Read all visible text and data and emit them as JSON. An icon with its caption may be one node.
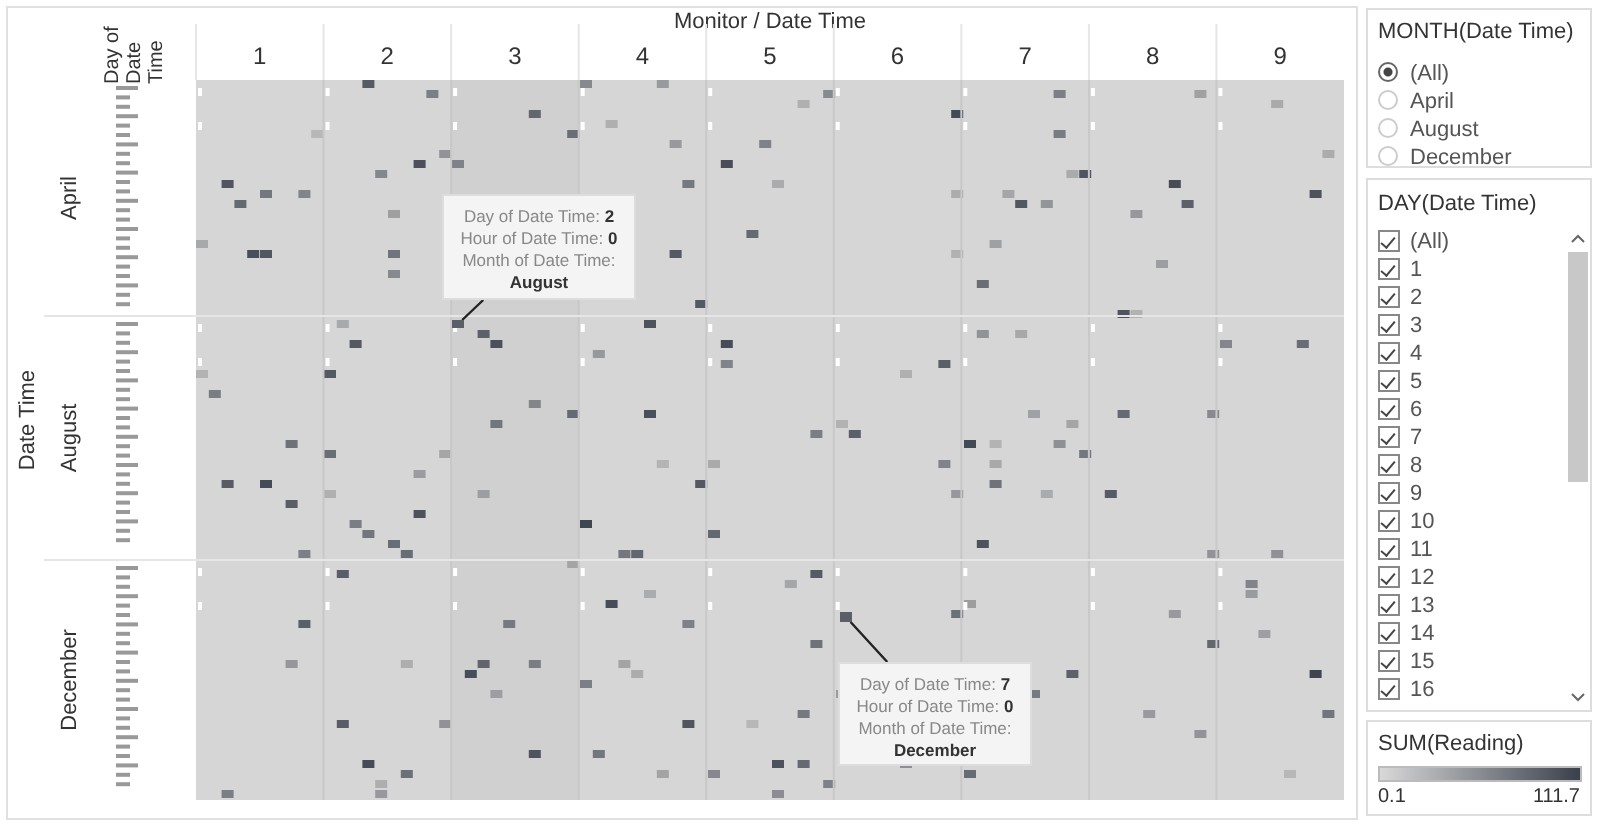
{
  "diagram": {
    "nodes": [
      {
        "text": [
          "Day of Date Time: **2**",
          "Hour of Date Time: **0**",
          "Month of Date Time:",
          "August"
        ]
      },
      {
        "text": [],
        "shape": "box"
      },
      {
        "text": [
          "Day of Date Time: **7**",
          "Hour of Date Time: **0**",
          "Month of Date Time:",
          "December"
        ]
      },
      {
        "text": [],
        "shape": "box"
      }
    ],
    "edges": [
      {
        "from": 0,
        "to": 1,
        "arrow": "none"
      },
      {
        "from": 2,
        "to": 3,
        "arrow": "none"
      }
    ],
    "labels": [
      "Monitor / Date Time",
      "1",
      "2",
      "3",
      "4",
      "5",
      "6",
      "7",
      "8",
      "9",
      "Day of Date Time",
      "April",
      "August",
      "December",
      "Date Time",
      "MONTH(Date Time)",
      "(All)",
      "April",
      "August",
      "December",
      "DAY(Date Time)",
      "(All)",
      "1",
      "2",
      "3",
      "4",
      "5",
      "6",
      "7",
      "8",
      "9",
      "10",
      "11",
      "12",
      "13",
      "14",
      "15",
      "16",
      "SUM(Reading)",
      "0.1",
      "111.7"
    ]
  }
}
